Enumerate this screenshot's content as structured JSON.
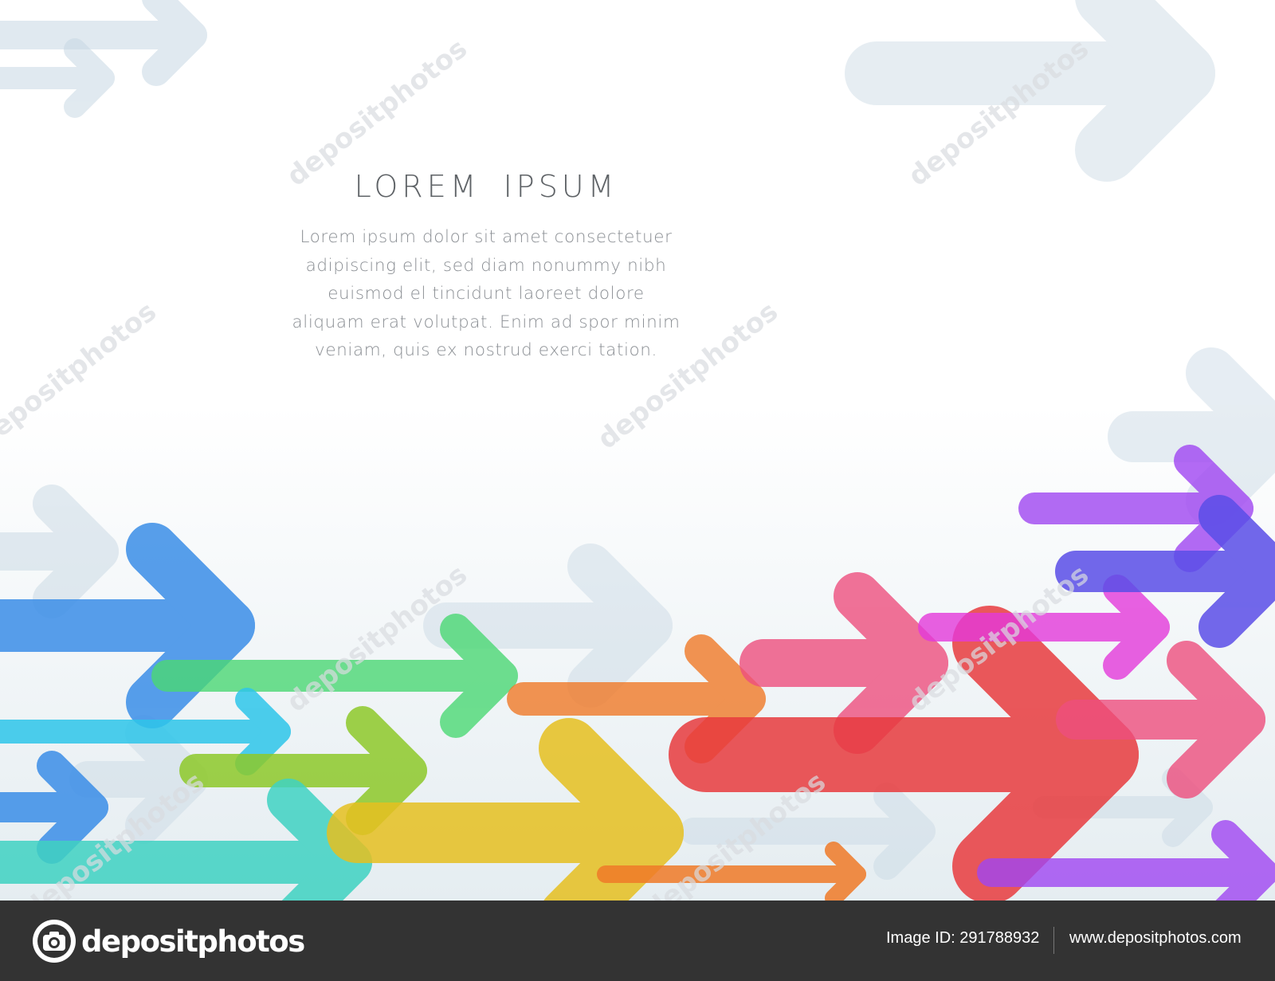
{
  "content": {
    "headline": "LOREM  IPSUM",
    "body_lines": [
      "Lorem ipsum dolor sit amet consectetuer",
      "adipiscing elit, sed diam nonummy nibh",
      "euismod el tincidunt laoreet dolore",
      "aliquam erat volutpat. Enim ad spor minim",
      "veniam, quis ex nostrud exerci tation."
    ]
  },
  "watermark": {
    "text": "depositphotos",
    "color": "#d8dce0"
  },
  "background": {
    "top_color": "#ffffff",
    "bottom_color": "#e5edf1"
  },
  "footer": {
    "brand_name": "depositphotos",
    "brand_icon": "camera-logo-icon",
    "image_id": "Image ID: 291788932",
    "site_url": "www.depositphotos.com",
    "bar_color": "#333333"
  },
  "arrow_colors": {
    "blue": "#3b8ee8",
    "cyan": "#2ec6ea",
    "green": "#4bd874",
    "lime": "#8ec92a",
    "teal": "#3fd2c2",
    "yellow": "#e6c020",
    "orange": "#f07a28",
    "pink": "#ee4f7e",
    "red": "#e83b3e",
    "magenta": "#e43adb",
    "purple": "#a046f2",
    "violet": "#5a4ee8",
    "faded": "#c8d8e4"
  }
}
